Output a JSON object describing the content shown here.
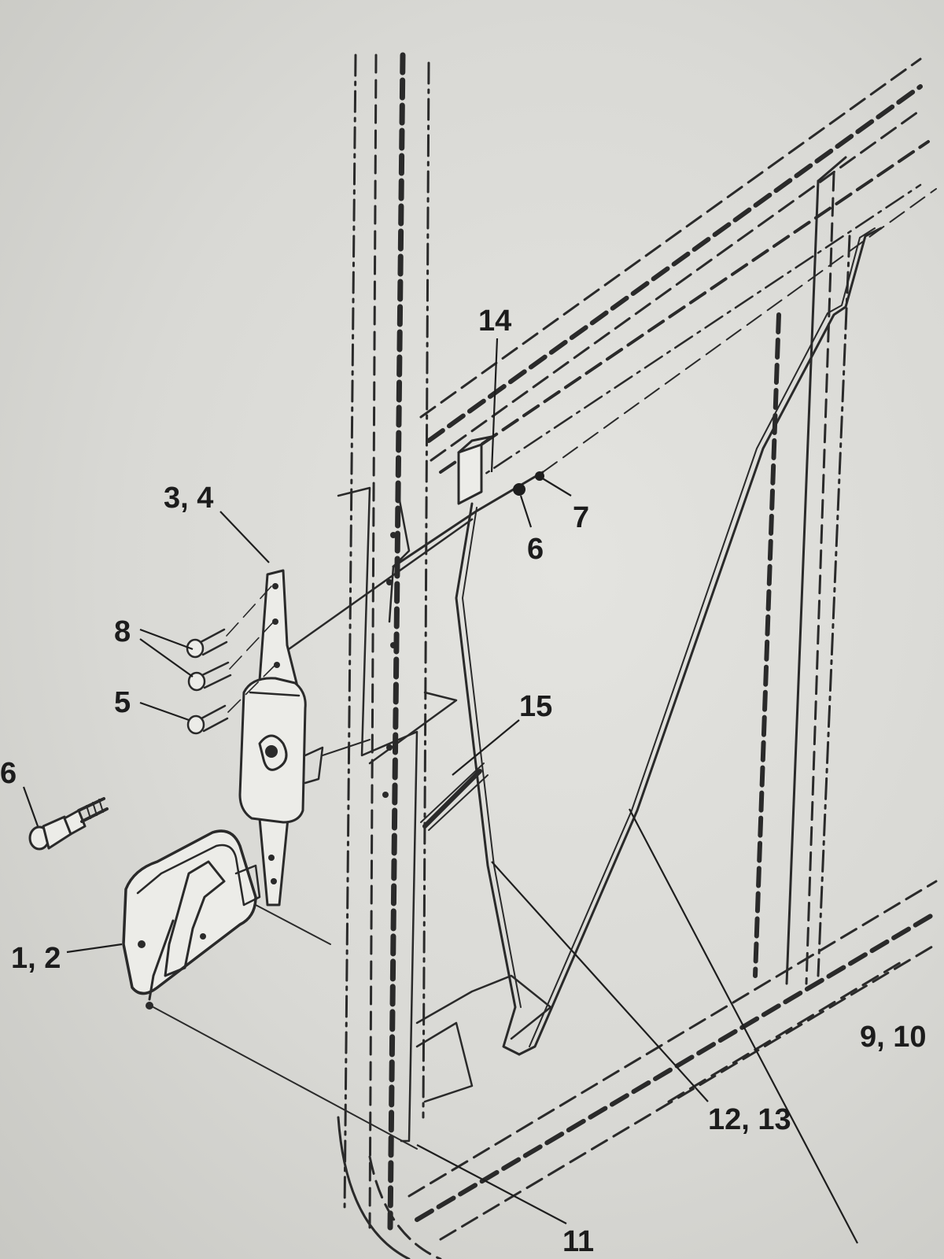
{
  "callouts": {
    "c14": "14",
    "c3_4": "3, 4",
    "c7": "7",
    "c6_top": "6",
    "c8": "8",
    "c5": "5",
    "c15": "15",
    "c6_left": "6",
    "c1_2": "1, 2",
    "c9_10": "9, 10",
    "c12_13": "12, 13",
    "c11": "11"
  },
  "colors": {
    "paper": "#e4e4e0",
    "ink": "#2a2a2a"
  }
}
